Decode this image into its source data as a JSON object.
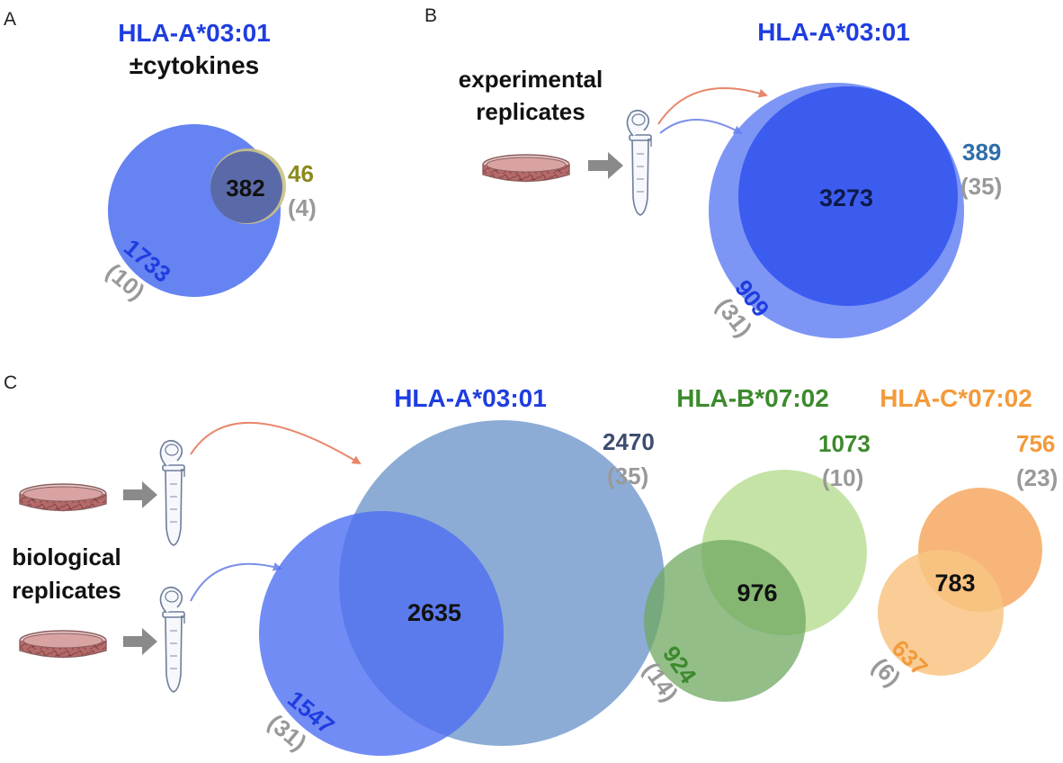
{
  "panels": {
    "a": {
      "letter": "A",
      "title": "HLA-A*03:01",
      "subtitle": "±cytokines",
      "overlap": "382",
      "right_count": "46",
      "right_sub": "(4)",
      "left_count": "1733",
      "left_sub": "(10)"
    },
    "b": {
      "letter": "B",
      "title": "HLA-A*03:01",
      "label_line1": "experimental",
      "label_line2": "replicates",
      "overlap": "3273",
      "right_count": "389",
      "right_sub": "(35)",
      "left_count": "909",
      "left_sub": "(31)"
    },
    "c": {
      "letter": "C",
      "label_line1": "biological",
      "label_line2": "replicates",
      "a_title": "HLA-A*03:01",
      "a_overlap": "2635",
      "a_right_count": "2470",
      "a_right_sub": "(35)",
      "a_left_count": "1547",
      "a_left_sub": "(31)",
      "b_title": "HLA-B*07:02",
      "b_overlap": "976",
      "b_right_count": "1073",
      "b_right_sub": "(10)",
      "b_left_count": "924",
      "b_left_sub": "(14)",
      "c_title": "HLA-C*07:02",
      "c_overlap": "783",
      "c_right_count": "756",
      "c_right_sub": "(23)",
      "c_left_count": "637",
      "c_left_sub": "(6)"
    }
  },
  "tube_scale": [
    "1.5",
    "1.0",
    "1.5",
    "1.0"
  ],
  "colors": {
    "hla_a": "#1f3de0",
    "hla_b": "#3c8a2c",
    "hla_c": "#f39a3a",
    "secondary_blue": "#2f6eaa",
    "gray_sub": "#999999",
    "olive": "#8b8a1e",
    "arrow_red": "#e8866a",
    "arrow_blue": "#7a8fe8"
  }
}
